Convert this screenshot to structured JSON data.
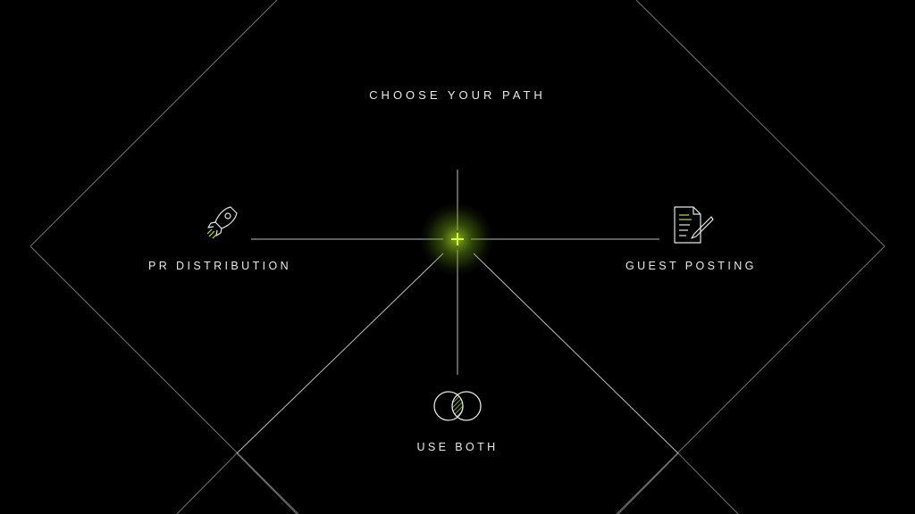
{
  "title": "CHOOSE YOUR PATH",
  "options": [
    {
      "label": "PR DISTRIBUTION",
      "icon": "rocket-icon"
    },
    {
      "label": "GUEST POSTING",
      "icon": "document-pencil-icon"
    },
    {
      "label": "USE BOTH",
      "icon": "overlapping-circles-icon"
    }
  ],
  "center_symbol": "+",
  "colors": {
    "background": "#000000",
    "line": "#cfcfcf",
    "accent": "#b6e619",
    "text": "#e8e8e8"
  }
}
